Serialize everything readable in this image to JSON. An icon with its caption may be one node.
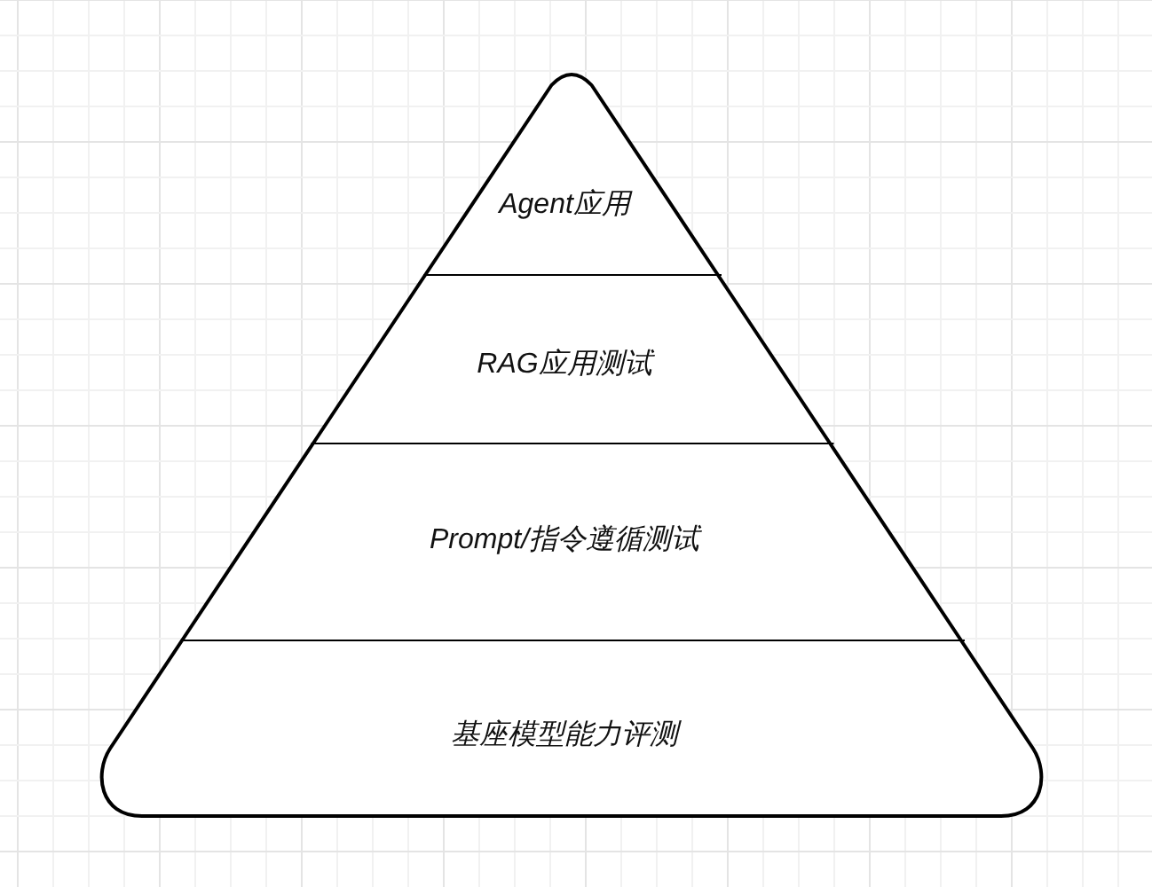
{
  "diagram": {
    "nodes": [
      {
        "text": [
          "Agent应用"
        ]
      },
      {
        "text": [
          "RAG应用测试"
        ]
      },
      {
        "text": [
          "Prompt/指令遵循测试"
        ]
      },
      {
        "text": [
          "基座模型能力评测"
        ]
      }
    ]
  }
}
